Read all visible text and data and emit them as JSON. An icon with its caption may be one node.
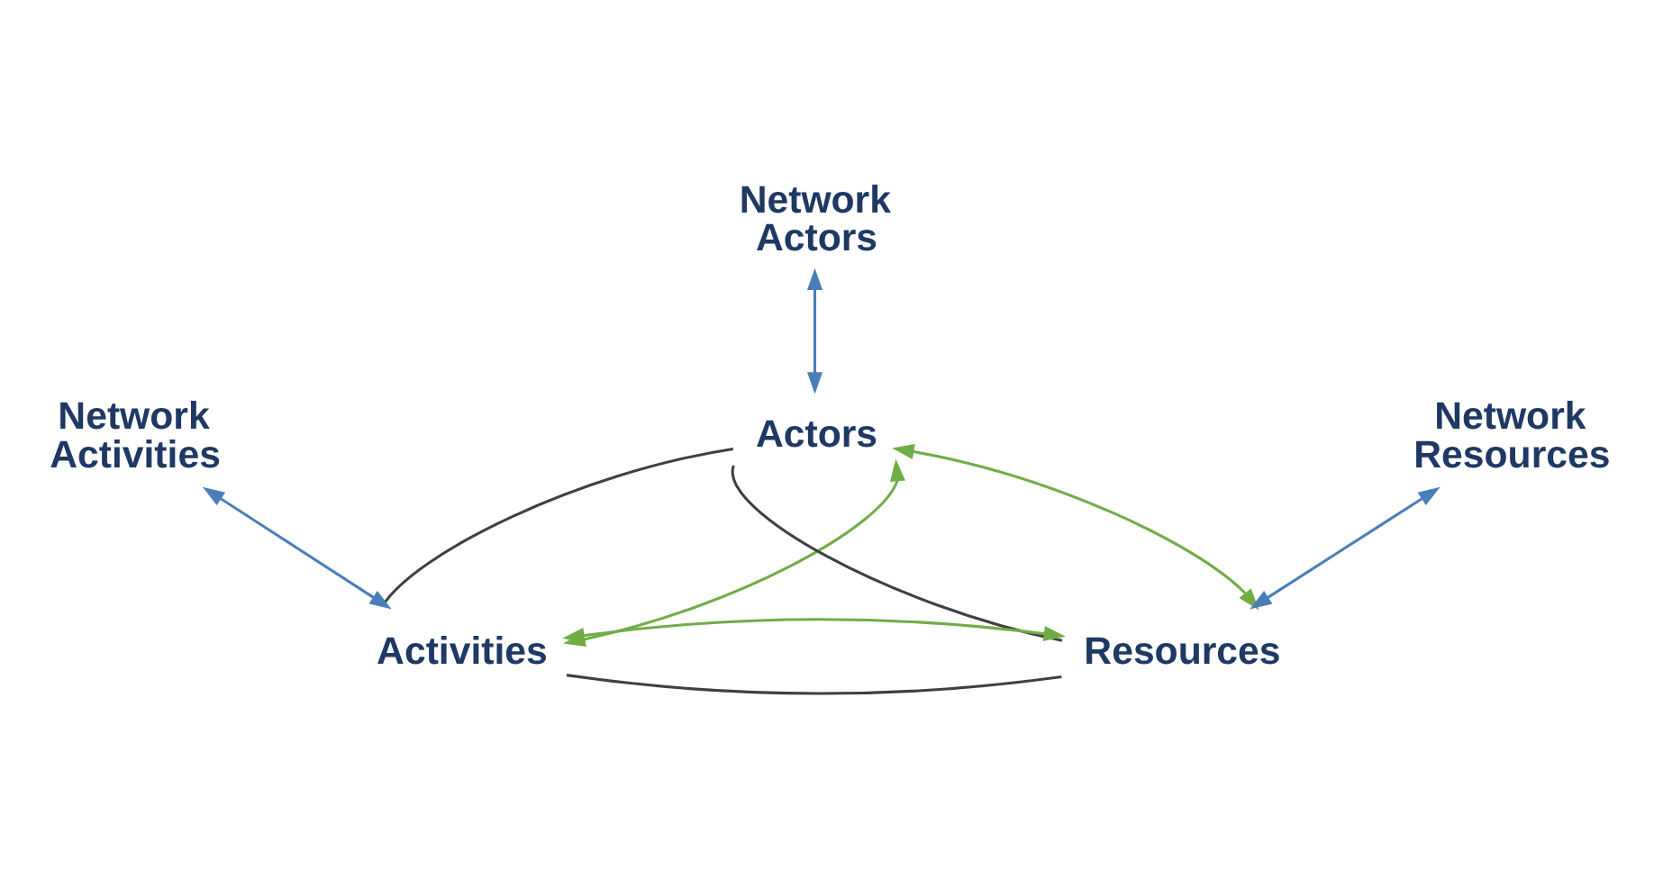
{
  "diagram": {
    "nodes": [
      {
        "text": [
          "Network Actors"
        ]
      },
      {
        "text": [
          "Actors"
        ]
      },
      {
        "text": [
          "Activities"
        ]
      },
      {
        "text": [
          "Resources"
        ]
      },
      {
        "text": [
          "Network Activities"
        ]
      },
      {
        "text": [
          "Network Resources"
        ]
      }
    ],
    "edges": [
      {
        "from": 0,
        "to": 1,
        "arrow": "both",
        "color": "#4a7ebb"
      },
      {
        "from": 1,
        "to": 2,
        "arrow": "none",
        "color": "#404040"
      },
      {
        "from": 1,
        "to": 3,
        "arrow": "none",
        "color": "#404040"
      },
      {
        "from": 2,
        "to": 3,
        "arrow": "none",
        "color": "#404040"
      },
      {
        "from": 1,
        "to": 2,
        "arrow": "both",
        "color": "#70ad47"
      },
      {
        "from": 1,
        "to": 3,
        "arrow": "both",
        "color": "#70ad47"
      },
      {
        "from": 2,
        "to": 3,
        "arrow": "both",
        "color": "#70ad47"
      },
      {
        "from": 4,
        "to": 2,
        "arrow": "both",
        "color": "#4a7ebb"
      },
      {
        "from": 5,
        "to": 3,
        "arrow": "both",
        "color": "#4a7ebb"
      }
    ]
  }
}
